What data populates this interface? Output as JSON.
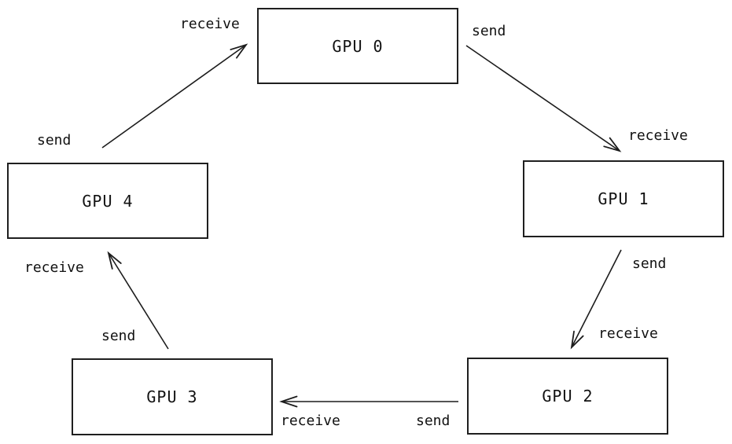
{
  "diagram": {
    "colors": {
      "background": "#ffffff",
      "stroke": "#1c1c1c",
      "border": "#1f1f1f",
      "text": "#111111"
    },
    "nodes": [
      {
        "id": "gpu-0",
        "label": "GPU 0"
      },
      {
        "id": "gpu-1",
        "label": "GPU 1"
      },
      {
        "id": "gpu-2",
        "label": "GPU 2"
      },
      {
        "id": "gpu-3",
        "label": "GPU 3"
      },
      {
        "id": "gpu-4",
        "label": "GPU 4"
      }
    ],
    "edges": [
      {
        "from": "gpu-0",
        "to": "gpu-1",
        "send_label": "send",
        "receive_label": "receive"
      },
      {
        "from": "gpu-1",
        "to": "gpu-2",
        "send_label": "send",
        "receive_label": "receive"
      },
      {
        "from": "gpu-2",
        "to": "gpu-3",
        "send_label": "send",
        "receive_label": "receive"
      },
      {
        "from": "gpu-3",
        "to": "gpu-4",
        "send_label": "send",
        "receive_label": "receive"
      },
      {
        "from": "gpu-4",
        "to": "gpu-0",
        "send_label": "send",
        "receive_label": "receive"
      }
    ]
  }
}
